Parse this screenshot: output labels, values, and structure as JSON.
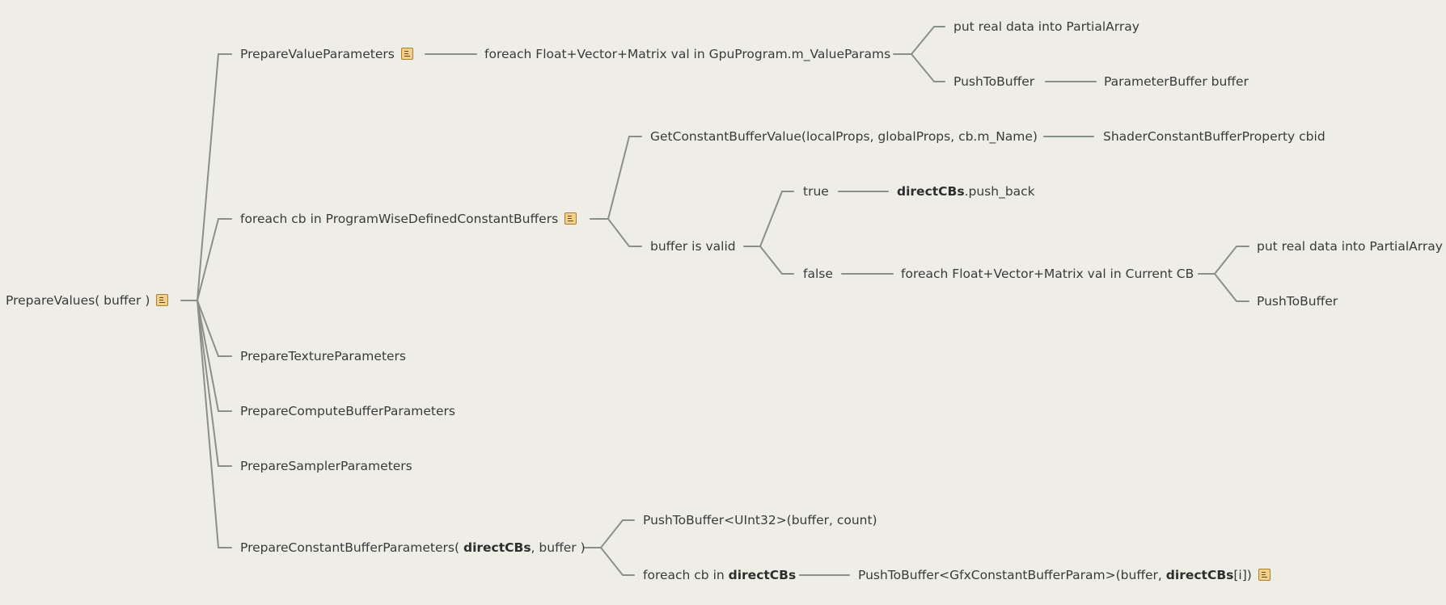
{
  "diagram": {
    "root": {
      "label": "PrepareValues( buffer )",
      "has_note": true
    },
    "nodes": {
      "prepare_value_params": {
        "label": "PrepareValueParameters"
      },
      "foreach_value_params": {
        "label": "foreach Float+Vector+Matrix val in GpuProgram.m_ValueParams"
      },
      "put_real_data_1": {
        "label": "put real data into PartialArray"
      },
      "push_to_buffer_1": {
        "label": "PushToBuffer"
      },
      "parameter_buffer": {
        "label": "ParameterBuffer buffer"
      },
      "foreach_cb_program": {
        "label": "foreach cb in ProgramWiseDefinedConstantBuffers"
      },
      "get_cb_value": {
        "label": "GetConstantBufferValue(localProps, globalProps, cb.m_Name)"
      },
      "shader_cb_property": {
        "label": "ShaderConstantBufferProperty cbid"
      },
      "buffer_is_valid": {
        "label": "buffer is valid"
      },
      "true_branch": {
        "label": "true"
      },
      "direct_cbs_push_bold": {
        "label": "directCBs"
      },
      "direct_cbs_push_rest": {
        "label": ".push_back"
      },
      "false_branch": {
        "label": "false"
      },
      "foreach_current_cb": {
        "label": "foreach Float+Vector+Matrix val in Current CB"
      },
      "put_real_data_2": {
        "label": "put real data into PartialArray"
      },
      "push_to_buffer_2": {
        "label": "PushToBuffer"
      },
      "prepare_texture": {
        "label": "PrepareTextureParameters"
      },
      "prepare_compute": {
        "label": "PrepareComputeBufferParameters"
      },
      "prepare_sampler": {
        "label": "PrepareSamplerParameters"
      },
      "prepare_cb_params_a": {
        "label": "PrepareConstantBufferParameters( "
      },
      "prepare_cb_params_b": {
        "label": "directCBs"
      },
      "prepare_cb_params_c": {
        "label": ", buffer )"
      },
      "push_uint32": {
        "label": "PushToBuffer<UInt32>(buffer, count)"
      },
      "foreach_direct_a": {
        "label": "foreach cb in "
      },
      "foreach_direct_b": {
        "label": "directCBs"
      },
      "push_gfx_a": {
        "label": "PushToBuffer<GfxConstantBufferParam>(buffer, "
      },
      "push_gfx_b": {
        "label": "directCBs"
      },
      "push_gfx_c": {
        "label": "[i])"
      }
    },
    "colors": {
      "background": "#eeeee7",
      "line": "#8a8f8a",
      "text": "#3a3a3a",
      "note": "#f1cf8f"
    }
  }
}
